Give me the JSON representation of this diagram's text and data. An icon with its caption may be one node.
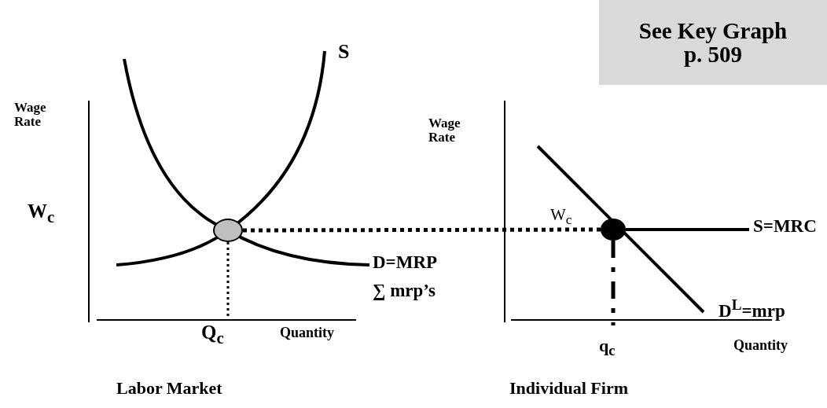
{
  "diagram": {
    "nodes": [
      {
        "text": [
          "See Key Graph p. 509"
        ]
      },
      {
        "text": [],
        "shape": "circle"
      },
      {
        "text": [],
        "shape": "circle"
      }
    ],
    "edges": [
      {
        "from": 1,
        "to": 2,
        "arrow": "none",
        "style": "dashed"
      }
    ],
    "labels": [
      "S",
      "Wage Rate",
      "Wage Rate",
      "W$_{c}$",
      "W$_{c}$",
      "S=MRC",
      "D=MRP",
      "∑ mrp’s",
      "D$^{L}$=mrp",
      "Q$_{c}$",
      "Quantity",
      "q$_{c}$",
      "Quantity",
      "Labor Market",
      "Individual Firm"
    ]
  }
}
